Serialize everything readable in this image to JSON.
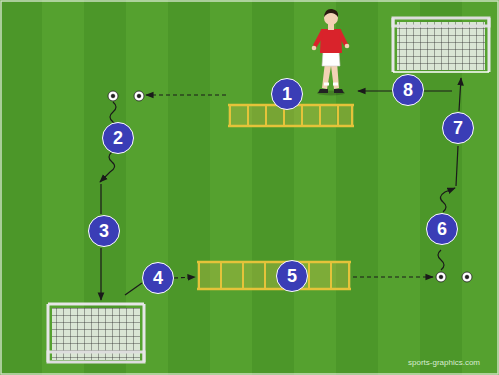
{
  "diagram": {
    "nodes": [
      {
        "text": [
          "1"
        ]
      },
      {
        "text": [
          "2"
        ]
      },
      {
        "text": [
          "3"
        ]
      },
      {
        "text": [
          "4"
        ]
      },
      {
        "text": [
          "5"
        ]
      },
      {
        "text": [
          "6"
        ]
      },
      {
        "text": [
          "7"
        ]
      },
      {
        "text": [
          "8"
        ]
      }
    ],
    "labels": [
      "sports-graphics.com"
    ]
  }
}
